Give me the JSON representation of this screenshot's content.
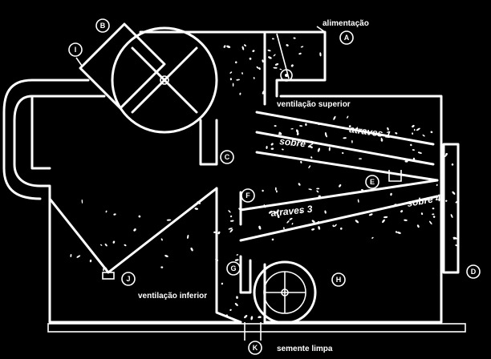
{
  "labels": {
    "alimentacao": "alimentação",
    "ventilacao_superior": "ventilação superior",
    "ventilacao_inferior": "ventilação inferior",
    "semente_limpa": "semente limpa",
    "atraves_1": "atraves 1",
    "sobre_2": "sobre 2",
    "atraves_3": "atraves 3",
    "sobre_4": "sobre 4"
  },
  "callouts": [
    "A",
    "B",
    "C",
    "D",
    "E",
    "F",
    "G",
    "H",
    "I",
    "J",
    "K"
  ]
}
